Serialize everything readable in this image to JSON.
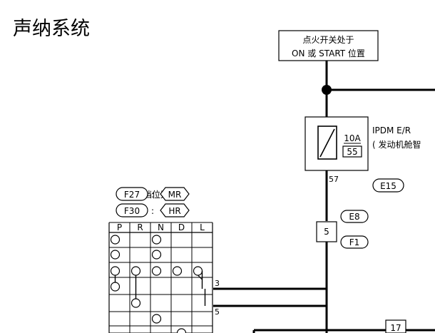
{
  "title": "声纳系统",
  "ignition": {
    "line1": "点火开关处于",
    "line2": "ON 或 START 位置"
  },
  "ipdm": {
    "name": "IPDM E/R",
    "desc": "( 发动机舱智",
    "fuse_amp": "10A",
    "fuse_no": "55",
    "connector": "E15",
    "pin": "57"
  },
  "joint": {
    "pin": "5",
    "connector_top": "E8",
    "connector_bottom": "F1"
  },
  "trans_switch": {
    "title": "变速箱档位开关",
    "conn1": "F27",
    "variant1": "MR",
    "conn2": "F30",
    "variant2": "HR",
    "headers": [
      "P",
      "R",
      "N",
      "D",
      "L"
    ],
    "pin_a": "3",
    "pin_b": "5"
  },
  "right_box": {
    "pin": "17"
  },
  "colors": {
    "ink": "#000000",
    "background": "#ffffff"
  }
}
